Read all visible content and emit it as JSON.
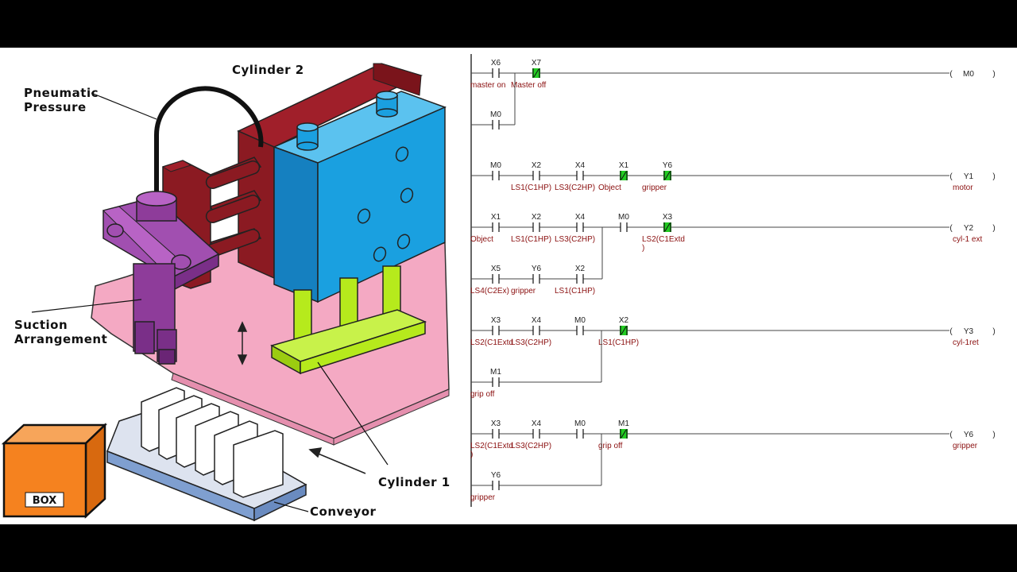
{
  "machine": {
    "labels": {
      "cylinder2": "Cylinder 2",
      "pneumatic_line1": "Pneumatic",
      "pneumatic_line2": "Pressure",
      "suction_line1": "Suction",
      "suction_line2": "Arrangement",
      "cylinder1": "Cylinder 1",
      "conveyor": "Conveyor",
      "box": "BOX"
    },
    "colors": {
      "cylinder2_body": "#1aa0e0",
      "frame": "#8b1a22",
      "suction": "#8e3c9a",
      "cylinder1_rods": "#b6ea1c",
      "base": "#f4a9c3",
      "box": "#f5821f",
      "conveyor": "#7f9fd0"
    }
  },
  "ladder": {
    "rungs": [
      {
        "coil": "M0",
        "coil_comment": "",
        "contacts": [
          {
            "addr": "X6",
            "comment": "master on",
            "state": "off"
          },
          {
            "addr": "X7",
            "comment": "Master off",
            "state": "on"
          }
        ],
        "branches": [
          [
            {
              "addr": "M0",
              "comment": "",
              "state": "off"
            }
          ]
        ]
      },
      {
        "coil": "Y1",
        "coil_comment": "motor",
        "contacts": [
          {
            "addr": "M0",
            "comment": "",
            "state": "off"
          },
          {
            "addr": "X2",
            "comment": "LS1(C1HP)",
            "state": "off"
          },
          {
            "addr": "X4",
            "comment": "LS3(C2HP)",
            "state": "off"
          },
          {
            "addr": "X1",
            "comment": "Object",
            "state": "on"
          },
          {
            "addr": "Y6",
            "comment": "gripper",
            "state": "on"
          }
        ],
        "branches": []
      },
      {
        "coil": "Y2",
        "coil_comment": "cyl-1 ext",
        "contacts": [
          {
            "addr": "X1",
            "comment": "Object",
            "state": "off"
          },
          {
            "addr": "X2",
            "comment": "LS1(C1HP)",
            "state": "off"
          },
          {
            "addr": "X4",
            "comment": "LS3(C2HP)",
            "state": "off"
          },
          {
            "addr": "M0",
            "comment": "",
            "state": "off"
          },
          {
            "addr": "X3",
            "comment": "LS2(C1Extd\n)",
            "state": "on"
          }
        ],
        "branches": [
          [
            {
              "addr": "X5",
              "comment": "LS4(C2Ex)",
              "state": "off"
            },
            {
              "addr": "Y6",
              "comment": "gripper",
              "state": "off"
            },
            {
              "addr": "X2",
              "comment": "LS1(C1HP)",
              "state": "off"
            }
          ]
        ]
      },
      {
        "coil": "Y3",
        "coil_comment": "cyl-1ret",
        "contacts": [
          {
            "addr": "X3",
            "comment": "LS2(C1Extd",
            "state": "off"
          },
          {
            "addr": "X4",
            "comment": "LS3(C2HP)",
            "state": "off"
          },
          {
            "addr": "M0",
            "comment": "",
            "state": "off"
          },
          {
            "addr": "X2",
            "comment": "LS1(C1HP)",
            "state": "on"
          }
        ],
        "branches": [
          [
            {
              "addr": "M1",
              "comment": "grip off",
              "state": "off"
            }
          ]
        ]
      },
      {
        "coil": "Y6",
        "coil_comment": "gripper",
        "contacts": [
          {
            "addr": "X3",
            "comment": "LS2(C1Extd\n)",
            "state": "off"
          },
          {
            "addr": "X4",
            "comment": "LS3(C2HP)",
            "state": "off"
          },
          {
            "addr": "M0",
            "comment": "",
            "state": "off"
          },
          {
            "addr": "M1",
            "comment": "grip off",
            "state": "on"
          }
        ],
        "branches": [
          [
            {
              "addr": "Y6",
              "comment": "gripper",
              "state": "off"
            }
          ]
        ]
      }
    ],
    "colors": {
      "active_contact": "#22cc22",
      "wire": "#444444",
      "comment": "#8b1010"
    }
  }
}
